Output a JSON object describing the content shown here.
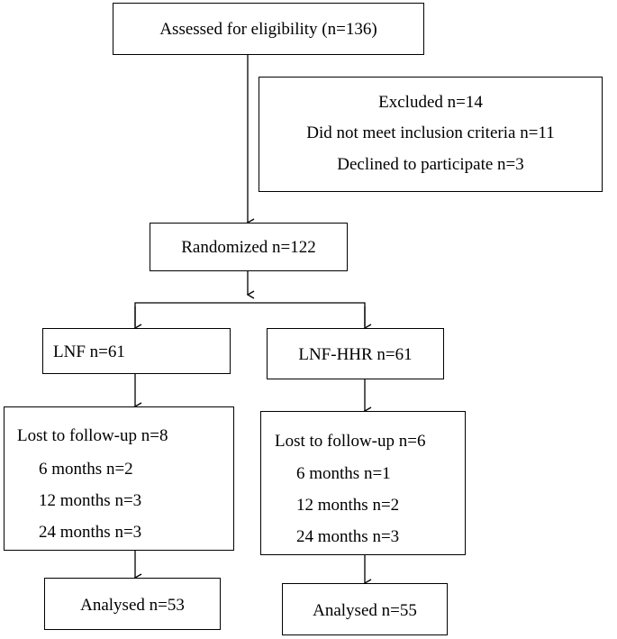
{
  "flowchart": {
    "assessed": {
      "text": "Assessed for eligibility (n=136)"
    },
    "excluded": {
      "title": "Excluded n=14",
      "reasons": [
        "Did not meet inclusion criteria n=11",
        "Declined to participate n=3"
      ]
    },
    "randomized": {
      "text": "Randomized n=122"
    },
    "arms": [
      {
        "label": "LNF  n=61",
        "lost": {
          "title": "Lost to follow-up n=8",
          "items": [
            "6 months n=2",
            "12 months n=3",
            "24 months n=3"
          ]
        },
        "analysed": "Analysed n=53"
      },
      {
        "label": "LNF-HHR n=61",
        "lost": {
          "title": "Lost to follow-up n=6",
          "items": [
            "6 months n=1",
            "12 months n=2",
            "24 months n=3"
          ]
        },
        "analysed": "Analysed n=55"
      }
    ]
  }
}
